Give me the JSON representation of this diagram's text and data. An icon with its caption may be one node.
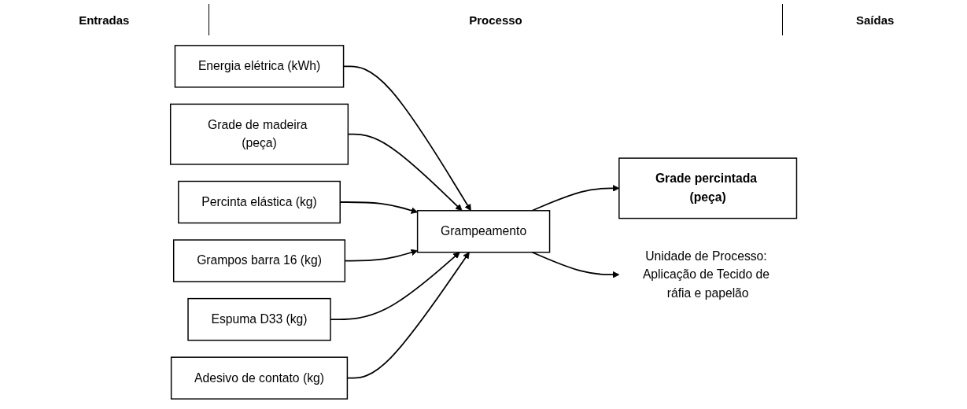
{
  "diagram": {
    "nodes": [
      {
        "text": [
          "Energia elétrica (kWh)"
        ]
      },
      {
        "text": [
          "Grade de madeira (peça)"
        ]
      },
      {
        "text": [
          "Percinta elástica (kg)"
        ]
      },
      {
        "text": [
          "Grampos barra 16 (kg)"
        ]
      },
      {
        "text": [
          "Espuma D33 (kg)"
        ]
      },
      {
        "text": [
          "Adesivo de contato (kg)"
        ]
      },
      {
        "text": [
          "Grampeamento"
        ]
      },
      {
        "text": [
          "Grade percintada (peça)"
        ]
      },
      {
        "text": [
          "Unidade de Processo: Aplicação de Tecido de ráfia e papelão"
        ]
      }
    ],
    "edges": [
      {
        "from": 0,
        "to": 6,
        "arrow": "to"
      },
      {
        "from": 1,
        "to": 6,
        "arrow": "to"
      },
      {
        "from": 2,
        "to": 6,
        "arrow": "to"
      },
      {
        "from": 3,
        "to": 6,
        "arrow": "to"
      },
      {
        "from": 4,
        "to": 6,
        "arrow": "to"
      },
      {
        "from": 5,
        "to": 6,
        "arrow": "to"
      },
      {
        "from": 6,
        "to": 7,
        "arrow": "to"
      },
      {
        "from": 6,
        "to": 8,
        "arrow": "to"
      }
    ],
    "labels": [
      "Entradas",
      "Processo",
      "Saídas"
    ]
  }
}
